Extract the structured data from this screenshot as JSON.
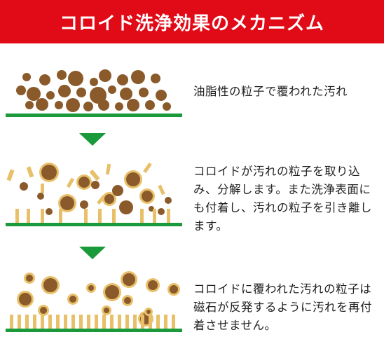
{
  "header": {
    "title": "コロイド洗浄効果のメカニズム"
  },
  "colors": {
    "header_bg": "#e10a17",
    "ground": "#1a9a3a",
    "dirt": "#8a5a2b",
    "colloid": "#e8c06a",
    "arrow": "#1a9a3a"
  },
  "steps": [
    {
      "caption": "油脂性の粒子で覆われた汚れ"
    },
    {
      "caption": "コロイドが汚れの粒子を取り込み、分解します。また洗浄表面にも付着し、汚れの粒子を引き離します。"
    },
    {
      "caption": "コロイドに覆われた汚れの粒子は磁石が反発するように汚れを再付着させません。"
    }
  ]
}
